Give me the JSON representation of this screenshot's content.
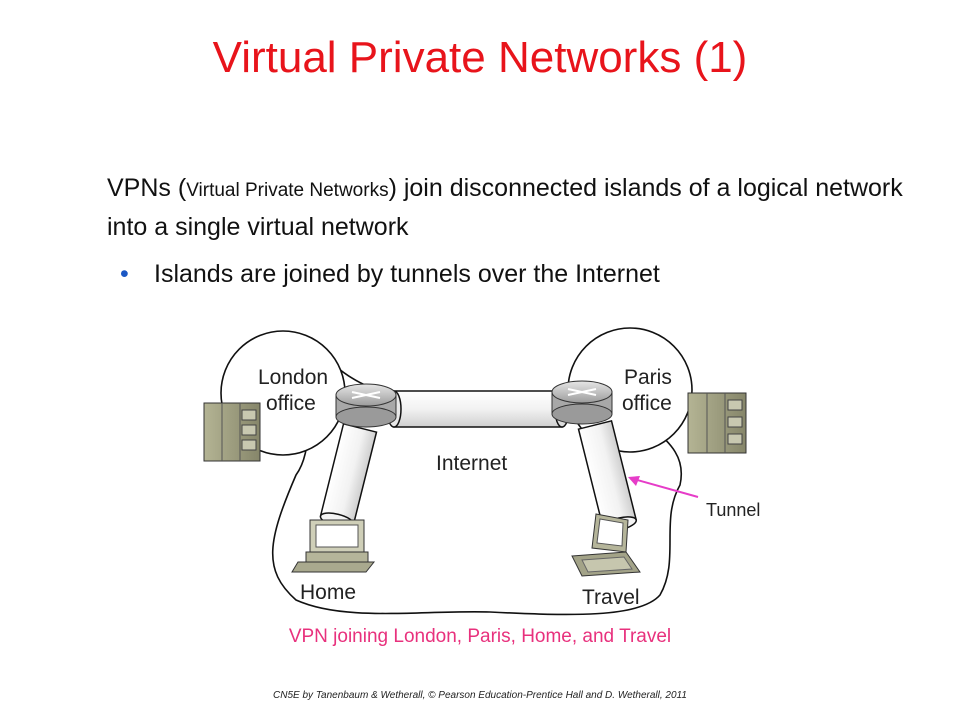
{
  "slide": {
    "title": "Virtual Private Networks (1)",
    "intro_a": "VPNs (",
    "intro_b": "Virtual Private Networks",
    "intro_c": ") join disconnected islands of a logical network into a single virtual network",
    "bullet_symbol": "•",
    "bullet": "Islands are joined by tunnels over the Internet"
  },
  "diagram": {
    "labels": {
      "london_1": "London",
      "london_2": "office",
      "paris_1": "Paris",
      "paris_2": "office",
      "internet": "Internet",
      "tunnel": "Tunnel",
      "home": "Home",
      "travel": "Travel"
    },
    "colors": {
      "tunnel_arrow": "#e63cc8",
      "server": "#9a9a7c",
      "router": "#b7b7b7"
    }
  },
  "caption": "VPN joining London, Paris, Home, and Travel",
  "footer": "CN5E by Tanenbaum & Wetherall, © Pearson Education-Prentice Hall and D. Wetherall, 2011"
}
